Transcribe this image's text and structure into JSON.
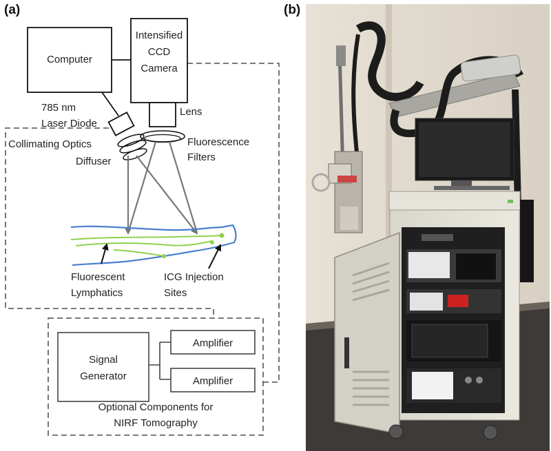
{
  "panel_a": {
    "label": "(a)",
    "computer": "Computer",
    "camera": [
      "Intensified",
      "CCD",
      "Camera"
    ],
    "laser": [
      "785 nm",
      "Laser Diode"
    ],
    "lens": "Lens",
    "collimating": "Collimating Optics",
    "diffuser": "Diffuser",
    "filters": [
      "Fluorescence",
      "Filters"
    ],
    "lymphatics": [
      "Fluorescent",
      "Lymphatics"
    ],
    "injection": [
      "ICG Injection",
      "Sites"
    ],
    "signal_generator": [
      "Signal",
      "Generator"
    ],
    "amplifier_1": "Amplifier",
    "amplifier_2": "Amplifier",
    "optional": [
      "Optional Components for",
      "NIRF Tomography"
    ]
  },
  "panel_b": {
    "label": "(b)"
  },
  "colors": {
    "limb_outline": "#4a7fd0",
    "lymphatics": "#8fd14f",
    "light_paths": "#777777",
    "dashed_box": "#666666"
  }
}
